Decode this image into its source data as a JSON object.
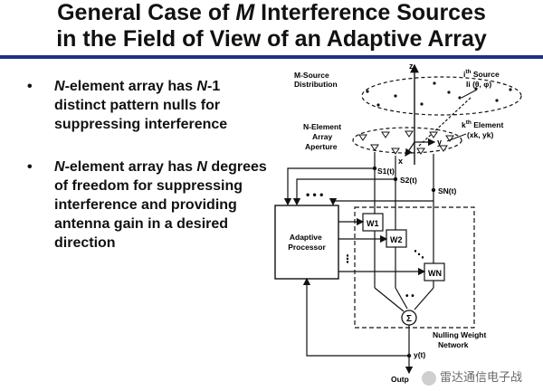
{
  "title": {
    "line1": [
      "General Case of ",
      "M",
      " Interference Sources"
    ],
    "line2": "in the Field of View of an Adaptive Array"
  },
  "bullets": [
    {
      "marker": "•",
      "parts": [
        "N",
        "-element array has ",
        "N",
        "-1 distinct pattern nulls for suppressing interference"
      ]
    },
    {
      "marker": "•",
      "parts": [
        "N",
        "-element array has ",
        "N",
        " degrees of freedom for suppressing interference and providing antenna gain in a desired direction"
      ]
    }
  ],
  "diagram": {
    "z_axis": "z",
    "msource_label": [
      "M-Source",
      "Distribution"
    ],
    "ith_source": [
      "i",
      "th",
      " Source"
    ],
    "ith_source_coord": "Ii (θ, φ)",
    "nelement_label": [
      "N-Element",
      "Array",
      "Aperture"
    ],
    "kth_element": [
      "k",
      "th",
      " Element"
    ],
    "kth_element_coord": "(xk, yk)",
    "x_axis": "x",
    "y_axis": "y",
    "s1": "S1(t)",
    "s2": "S2(t)",
    "sn": "SN(t)",
    "adaptive_processor": [
      "Adaptive",
      "Processor"
    ],
    "w1": "W1",
    "w2": "W2",
    "wn": "WN",
    "sigma": "Σ",
    "nulling_network": [
      "Nulling Weight",
      "Network"
    ],
    "yt": "y(t)",
    "output": "Outp"
  },
  "watermark": "雷达通信电子战"
}
